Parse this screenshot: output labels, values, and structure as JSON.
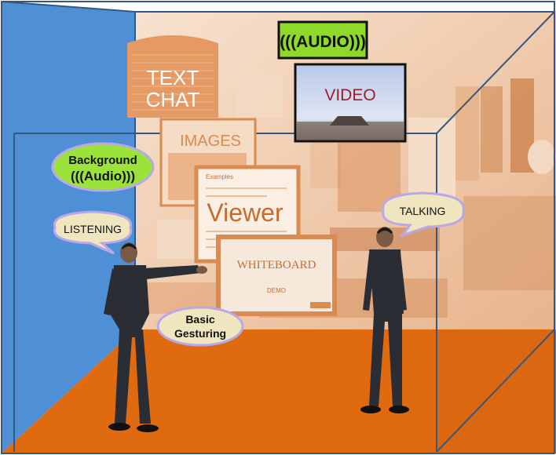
{
  "labels": {
    "text_chat_line1": "TEXT",
    "text_chat_line2": "CHAT",
    "audio": "(((AUDIO)))",
    "video": "VIDEO",
    "images": "IMAGES",
    "background_line1": "Background",
    "background_line2": "(((Audio)))",
    "viewer": "Viewer",
    "viewer_header": "Examples",
    "talking": "TALKING",
    "listening": "LISTENING",
    "whiteboard": "WHITEBOARD",
    "whiteboard_sub": "DEMO",
    "gesturing_line1": "Basic",
    "gesturing_line2": "Gesturing"
  },
  "colors": {
    "left_wall": "#4f8fd6",
    "floor": "#e06a10",
    "room_tint": "#f1c8a6",
    "back_wall": "#f7e4d2",
    "audio_box": "#8fd92a",
    "bubble_green": "#9be23a",
    "bubble_cream": "#efe6bf",
    "bubble_border": "#b9a8e8",
    "edge": "#36577f"
  }
}
